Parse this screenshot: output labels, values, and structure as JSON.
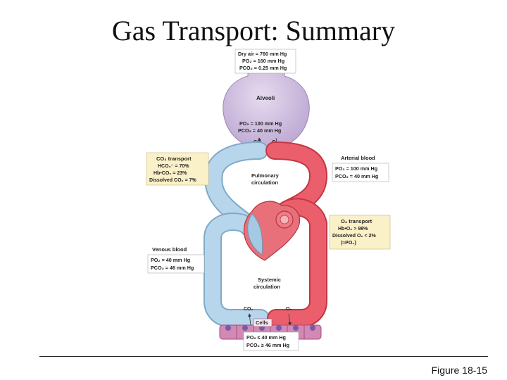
{
  "slide": {
    "title": "Gas Transport: Summary",
    "figure_label": "Figure 18-15"
  },
  "dry_air": {
    "l1": "Dry air = 760 mm Hg",
    "l2": "PO₂ = 160 mm Hg",
    "l3": "PCO₂ = 0.25 mm Hg"
  },
  "alveoli": {
    "label": "Alveoli",
    "po2": "PO₂ = 100 mm Hg",
    "pco2": "PCO₂ = 40 mm Hg",
    "co2": "CO₂",
    "o2": "O₂"
  },
  "co2_transport": {
    "title": "CO₂ transport",
    "l1": "HCO₃⁻ = 70%",
    "l2": "Hb•CO₂ = 23%",
    "l3": "Dissolved CO₂ = 7%"
  },
  "arterial": {
    "title": "Arterial blood",
    "l1": "PO₂ = 100 mm Hg",
    "l2": "PCO₂ = 40 mm Hg"
  },
  "pulmonary": {
    "l1": "Pulmonary",
    "l2": "circulation"
  },
  "o2_transport": {
    "title": "O₂ transport",
    "l1": "Hb•O₂ > 98%",
    "l2": "Dissolved O₂ < 2%",
    "l3": "(≈PO₂)"
  },
  "venous": {
    "title": "Venous blood",
    "l1": "PO₂ = 40 mm Hg",
    "l2": "PCO₂ = 46 mm Hg"
  },
  "systemic": {
    "l1": "Systemic",
    "l2": "circulation"
  },
  "cells": {
    "label": "Cells",
    "co2": "CO₂",
    "o2": "O₂",
    "l1": "PO₂ ≤ 40 mm Hg",
    "l2": "PCO₂ ≥ 46 mm Hg"
  },
  "colors": {
    "venous_blue": "#a8cde6",
    "arterial_red": "#e8505c",
    "alveoli_purple": "#cdb8dc",
    "label_yellow": "#fbf1c9",
    "cells_pink": "#cc7aa8"
  }
}
